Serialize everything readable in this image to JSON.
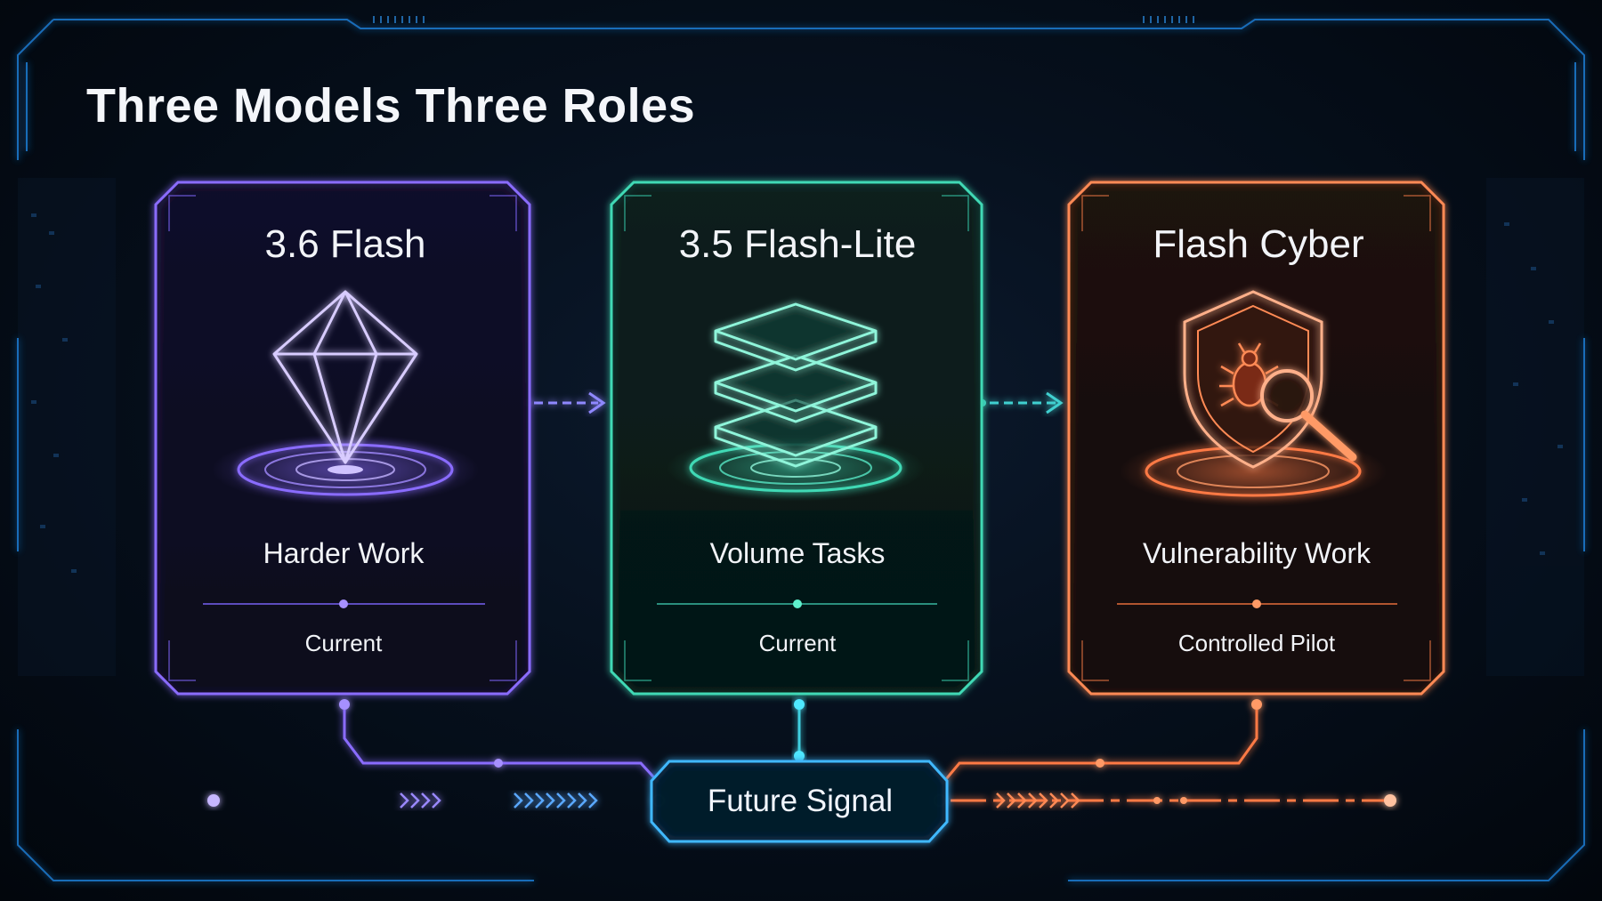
{
  "title": "Three Models Three Roles",
  "cards": [
    {
      "title": "3.6 Flash",
      "role": "Harder Work",
      "status": "Current",
      "icon": "diamond-icon",
      "color": "#8a6cff"
    },
    {
      "title": "3.5 Flash-Lite",
      "role": "Volume Tasks",
      "status": "Current",
      "icon": "layers-icon",
      "color": "#3fd9b5"
    },
    {
      "title": "Flash Cyber",
      "role": "Vulnerability Work",
      "status": "Controlled Pilot",
      "icon": "shield-bug-icon",
      "color": "#ff8a55"
    }
  ],
  "signal": {
    "label": "Future Signal",
    "color": "#3fb8ff"
  }
}
